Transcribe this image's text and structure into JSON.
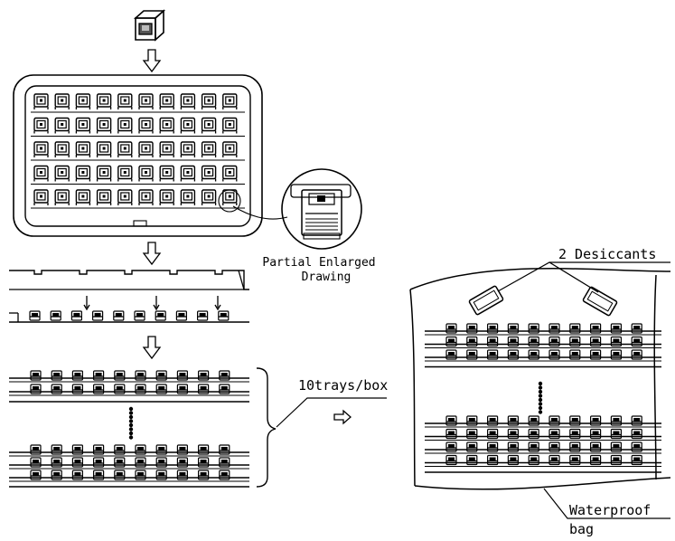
{
  "labels": {
    "partial_enlarged": "Partial Enlarged",
    "drawing": "Drawing",
    "desiccants": "2 Desiccants",
    "trays_per_box": "10trays/box",
    "waterproof": "Waterproof",
    "bag": "bag"
  },
  "colors": {
    "line": "#000000",
    "background": "#ffffff"
  },
  "icons": {
    "product": "rj45-connector-icon",
    "arrow": "down-arrow-icon",
    "arrow_right": "right-arrow-icon"
  },
  "tray": {
    "rows": 5,
    "columns": 10
  }
}
